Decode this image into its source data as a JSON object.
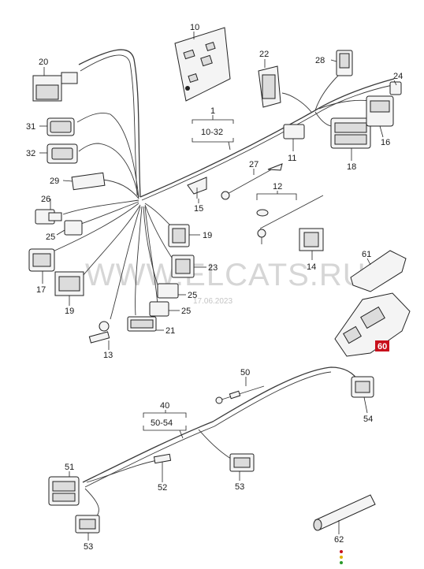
{
  "watermark": {
    "text": "WWW.ELCATS.RU",
    "date": "17.06.2023"
  },
  "labels": {
    "l1": "1",
    "l1_range": "10-32",
    "l10": "10",
    "l11": "11",
    "l12": "12",
    "l13": "13",
    "l14": "14",
    "l15": "15",
    "l16": "16",
    "l17": "17",
    "l18": "18",
    "l19a": "19",
    "l19b": "19",
    "l20": "20",
    "l21": "21",
    "l22": "22",
    "l23": "23",
    "l24": "24",
    "l25a": "25",
    "l25b": "25",
    "l25c": "25",
    "l26": "26",
    "l27": "27",
    "l28": "28",
    "l29": "29",
    "l31": "31",
    "l32": "32",
    "l40": "40",
    "l40_range": "50-54",
    "l50": "50",
    "l51": "51",
    "l52": "52",
    "l53a": "53",
    "l53b": "53",
    "l54": "54",
    "l60": "60",
    "l61": "61",
    "l62": "62"
  },
  "highlight_color": "#c8101c"
}
